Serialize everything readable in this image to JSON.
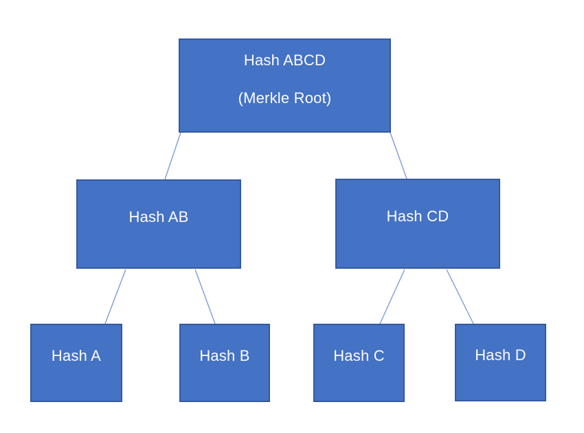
{
  "diagram": {
    "type": "merkle-tree",
    "background_color": "#FFFFFF",
    "node_fill_color": "#4472C4",
    "node_border_color": "#35599E",
    "node_text_color": "#FCFCFC",
    "connector_color": "#7E9BD6",
    "nodes": {
      "root": {
        "lines": [
          "Hash ABCD",
          "(Merkle Root)"
        ]
      },
      "hash_ab": {
        "label": "Hash AB"
      },
      "hash_cd": {
        "label": "Hash CD"
      },
      "hash_a": {
        "label": "Hash A"
      },
      "hash_b": {
        "label": "Hash B"
      },
      "hash_c": {
        "label": "Hash C"
      },
      "hash_d": {
        "label": "Hash D"
      }
    },
    "edges": [
      {
        "from": "Hash ABCD (Merkle Root)",
        "to": "Hash AB"
      },
      {
        "from": "Hash ABCD (Merkle Root)",
        "to": "Hash CD"
      },
      {
        "from": "Hash AB",
        "to": "Hash A"
      },
      {
        "from": "Hash AB",
        "to": "Hash B"
      },
      {
        "from": "Hash CD",
        "to": "Hash C"
      },
      {
        "from": "Hash CD",
        "to": "Hash D"
      }
    ]
  }
}
